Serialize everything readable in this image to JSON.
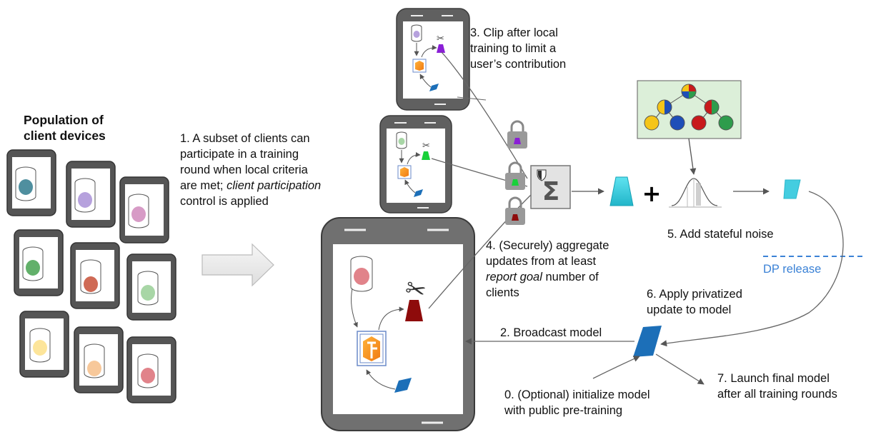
{
  "population": {
    "title_line1": "Population of",
    "title_line2": "client devices",
    "dot_colors": [
      "#4f8f9f",
      "#b6a1dd",
      "#d79bc6",
      "#62b06a",
      "#cf6a55",
      "#a8d6a6",
      "#fde59a",
      "#f7c89a",
      "#e1838a"
    ]
  },
  "step1": {
    "line1": "1. A subset of clients can",
    "line2": "participate in a training",
    "line3": "round when local criteria",
    "line4_prefix": "are met; ",
    "line4_em": "client participation",
    "line5": "control is applied"
  },
  "step3": {
    "line1": "3. Clip after local",
    "line2": "training to limit a",
    "line3": "user’s contribution"
  },
  "step4": {
    "line1": "4. (Securely) aggregate",
    "line2": "updates from at least",
    "line3_em": "report goal",
    "line3_suffix": " number of",
    "line4": "clients"
  },
  "step5": {
    "label": "5. Add stateful noise"
  },
  "dp_release": {
    "label": "DP release"
  },
  "step6": {
    "line1": "6. Apply privatized",
    "line2": "update to model"
  },
  "step2": {
    "label": "2. Broadcast model"
  },
  "step0": {
    "line1": "0. (Optional) initialize model",
    "line2": "with public pre-training"
  },
  "step7": {
    "line1": "7. Launch final model",
    "line2": "after all training rounds"
  },
  "aggregator": {
    "symbol": "Σ"
  },
  "plus": {
    "symbol": "+"
  },
  "tf_logo": {
    "letters": "TF"
  },
  "colors": {
    "update_teal": "#2ec4d6",
    "model_blue": "#1c6fb8",
    "tree_bg": "#dcefd9",
    "clip_purple": "#8a1fd6",
    "clip_green": "#19d13a",
    "clip_red": "#8e0b0b",
    "tree_yellow": "#f5c518",
    "tree_blue": "#1f4fb8",
    "tree_red": "#c8191c",
    "tree_green": "#2e9c4c"
  }
}
